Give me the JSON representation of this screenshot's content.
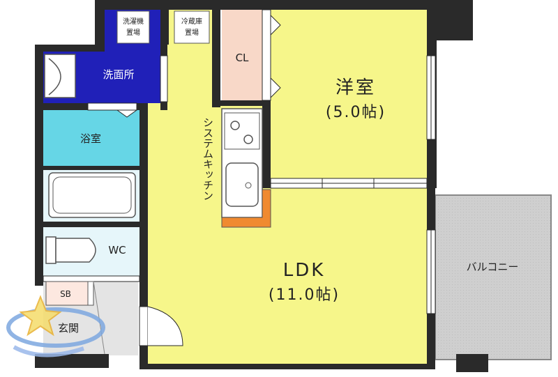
{
  "rooms": {
    "western_room": {
      "name": "洋室",
      "size": "(5.0帖)"
    },
    "ldk": {
      "name": "LDK",
      "size": "(11.0帖)"
    },
    "washroom": {
      "name": "洗面所"
    },
    "washer_space": {
      "line1": "洗濯機",
      "line2": "置場"
    },
    "fridge_space": {
      "line1": "冷蔵庫",
      "line2": "置場"
    },
    "bath": {
      "name": "浴室"
    },
    "closet": {
      "name": "CL"
    },
    "kitchen": {
      "name": "システムキッチン"
    },
    "toilet": {
      "name": "WC"
    },
    "shoe_box": {
      "name": "SB"
    },
    "entrance": {
      "name": "玄関"
    },
    "balcony": {
      "name": "バルコニー"
    }
  },
  "colors": {
    "wall": "#2a2a2a",
    "living_floor": "#f6f68a",
    "washroom_floor": "#2020b8",
    "bath_floor": "#66d6e6",
    "closet_floor": "#f8d8c8",
    "entrance_floor": "#e4e4e4",
    "balcony_floor": "#c8c8c8",
    "counter": "#f08a30"
  }
}
